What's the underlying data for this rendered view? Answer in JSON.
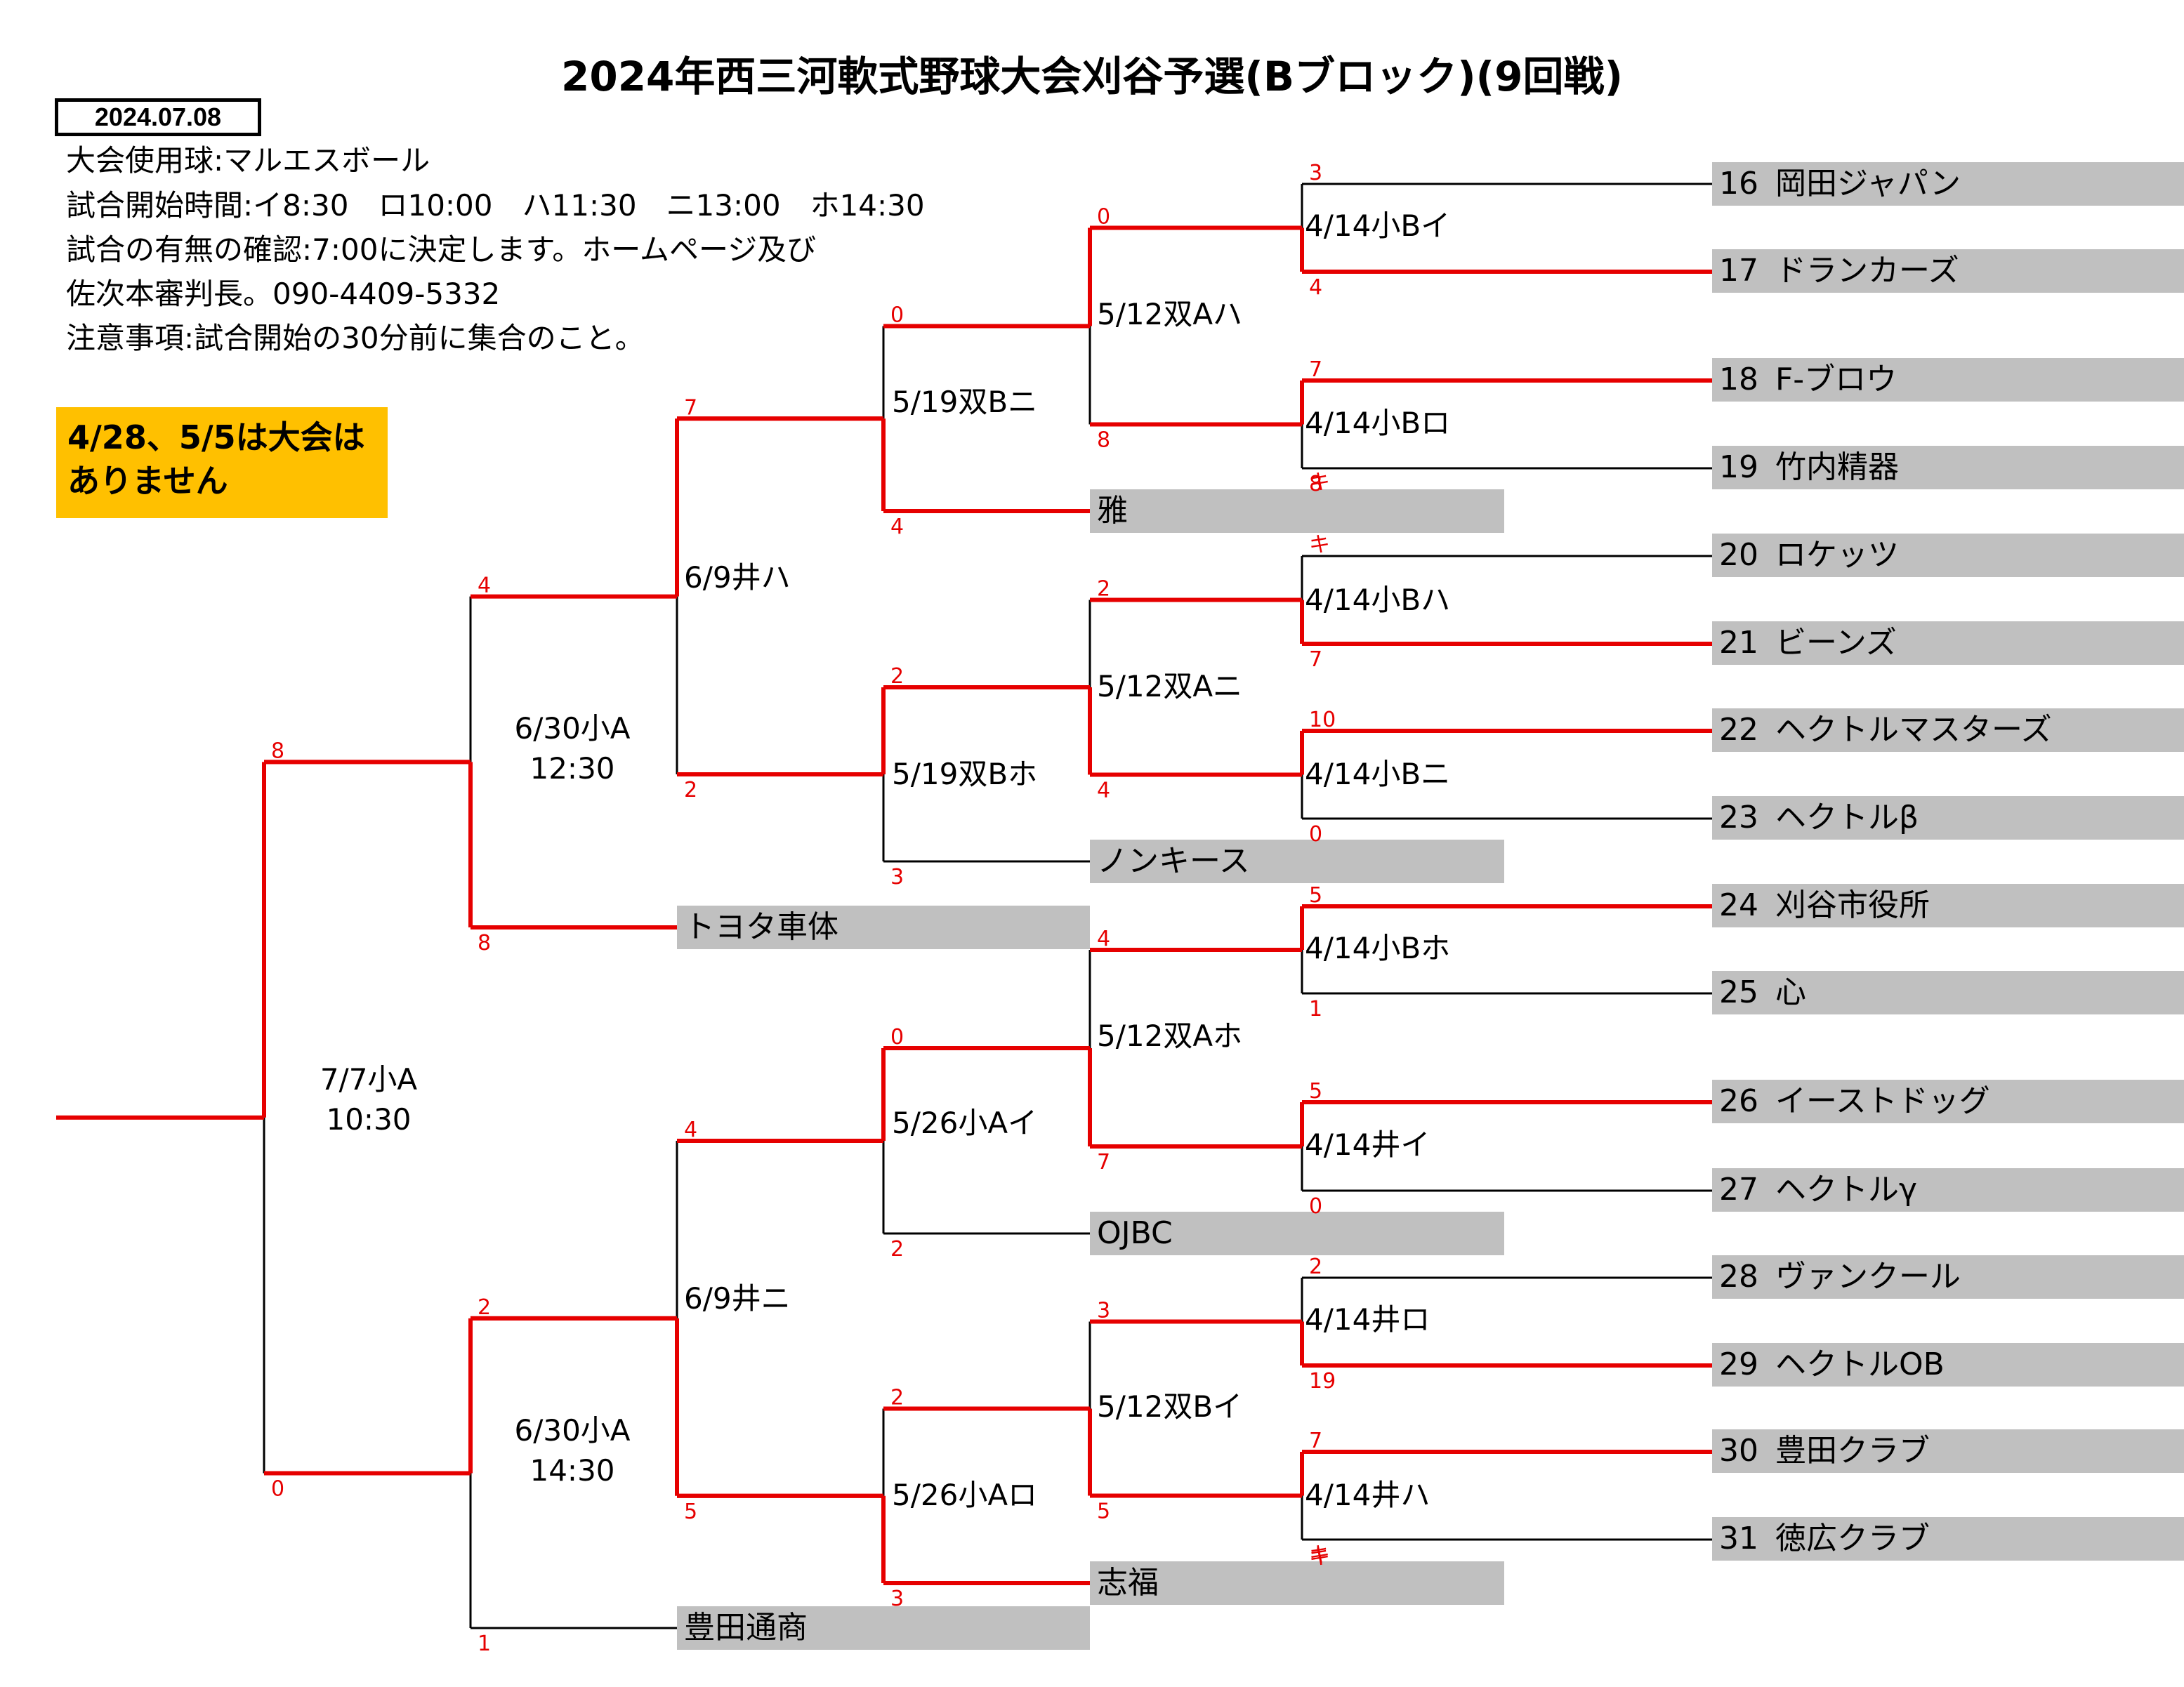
{
  "title": "2024年西三河軟式野球大会刈谷予選(Bブロック)(9回戦)",
  "date": "2024.07.08",
  "info": {
    "ball": "大会使用球:マルエスボール",
    "start_times": "試合開始時間:イ8:30　ロ10:00　ハ11:30　ニ13:00　ホ14:30",
    "confirm": "試合の有無の確認:7:00に決定します。ホームページ及び",
    "contact": "佐次本審判長。090-4409-5332",
    "caution": "注意事項:試合開始の30分前に集合のこと。"
  },
  "notice": "4/28、5/5は大会は\nありません",
  "colors": {
    "winner_line": "#E60000",
    "loser_line": "#000000",
    "team_bg": "#C0C0C0",
    "notice_bg": "#FFC000"
  },
  "teams_right": [
    {
      "num": "16",
      "name": "岡田ジャパン"
    },
    {
      "num": "17",
      "name": "ドランカーズ"
    },
    {
      "num": "18",
      "name": "F-ブロウ"
    },
    {
      "num": "19",
      "name": "竹内精器"
    },
    {
      "num": "20",
      "name": "ロケッツ"
    },
    {
      "num": "21",
      "name": "ビーンズ"
    },
    {
      "num": "22",
      "name": "ヘクトルマスターズ"
    },
    {
      "num": "23",
      "name": "ヘクトルβ"
    },
    {
      "num": "24",
      "name": "刈谷市役所"
    },
    {
      "num": "25",
      "name": "心"
    },
    {
      "num": "26",
      "name": "イーストドッグ"
    },
    {
      "num": "27",
      "name": "ヘクトルγ"
    },
    {
      "num": "28",
      "name": "ヴァンクール"
    },
    {
      "num": "29",
      "name": "ヘクトルOB"
    },
    {
      "num": "30",
      "name": "豊田クラブ"
    },
    {
      "num": "31",
      "name": "徳広クラブ"
    }
  ],
  "teams_seeded": [
    "雅",
    "ノンキース",
    "OJBC",
    "志福",
    "トヨタ車体",
    "豊田通商"
  ],
  "round1": [
    "4/14小Bイ",
    "4/14小Bロ",
    "4/14小Bハ",
    "4/14小Bニ",
    "4/14小Bホ",
    "4/14井イ",
    "4/14井ロ",
    "4/14井ハ"
  ],
  "round2": [
    "5/12双Aハ",
    "5/12双Aニ",
    "5/12双Aホ",
    "5/12双Bイ"
  ],
  "round3": [
    "5/19双Bニ",
    "5/19双Bホ",
    "5/26小Aイ",
    "5/26小Aロ"
  ],
  "round4": [
    "6/9井ハ",
    "6/9井ニ"
  ],
  "semis": [
    {
      "date": "6/30小A",
      "time": "12:30"
    },
    {
      "date": "6/30小A",
      "time": "14:30"
    }
  ],
  "final": {
    "date": "7/7小A",
    "time": "10:30"
  },
  "scores": {
    "r1": [
      [
        "3",
        "4"
      ],
      [
        "7",
        "8"
      ],
      [
        "キ",
        "7"
      ],
      [
        "10",
        "0"
      ],
      [
        "5",
        "1"
      ],
      [
        "5",
        "0"
      ],
      [
        "2",
        "19"
      ],
      [
        "7",
        "キ"
      ]
    ],
    "r1_extra": [
      "キ",
      "キ"
    ],
    "r2": [
      [
        "0",
        "8"
      ],
      [
        "2",
        "4"
      ],
      [
        "4",
        "7"
      ],
      [
        "3",
        "5"
      ]
    ],
    "r3": [
      [
        "0",
        "4"
      ],
      [
        "2",
        "3"
      ],
      [
        "0",
        "2"
      ],
      [
        "2",
        "3"
      ]
    ],
    "r4": [
      [
        "7",
        "2"
      ],
      [
        "4",
        "5"
      ]
    ],
    "semi": [
      [
        "4",
        "8"
      ],
      [
        "2",
        "1"
      ]
    ],
    "final": [
      [
        "8",
        "0"
      ]
    ]
  }
}
